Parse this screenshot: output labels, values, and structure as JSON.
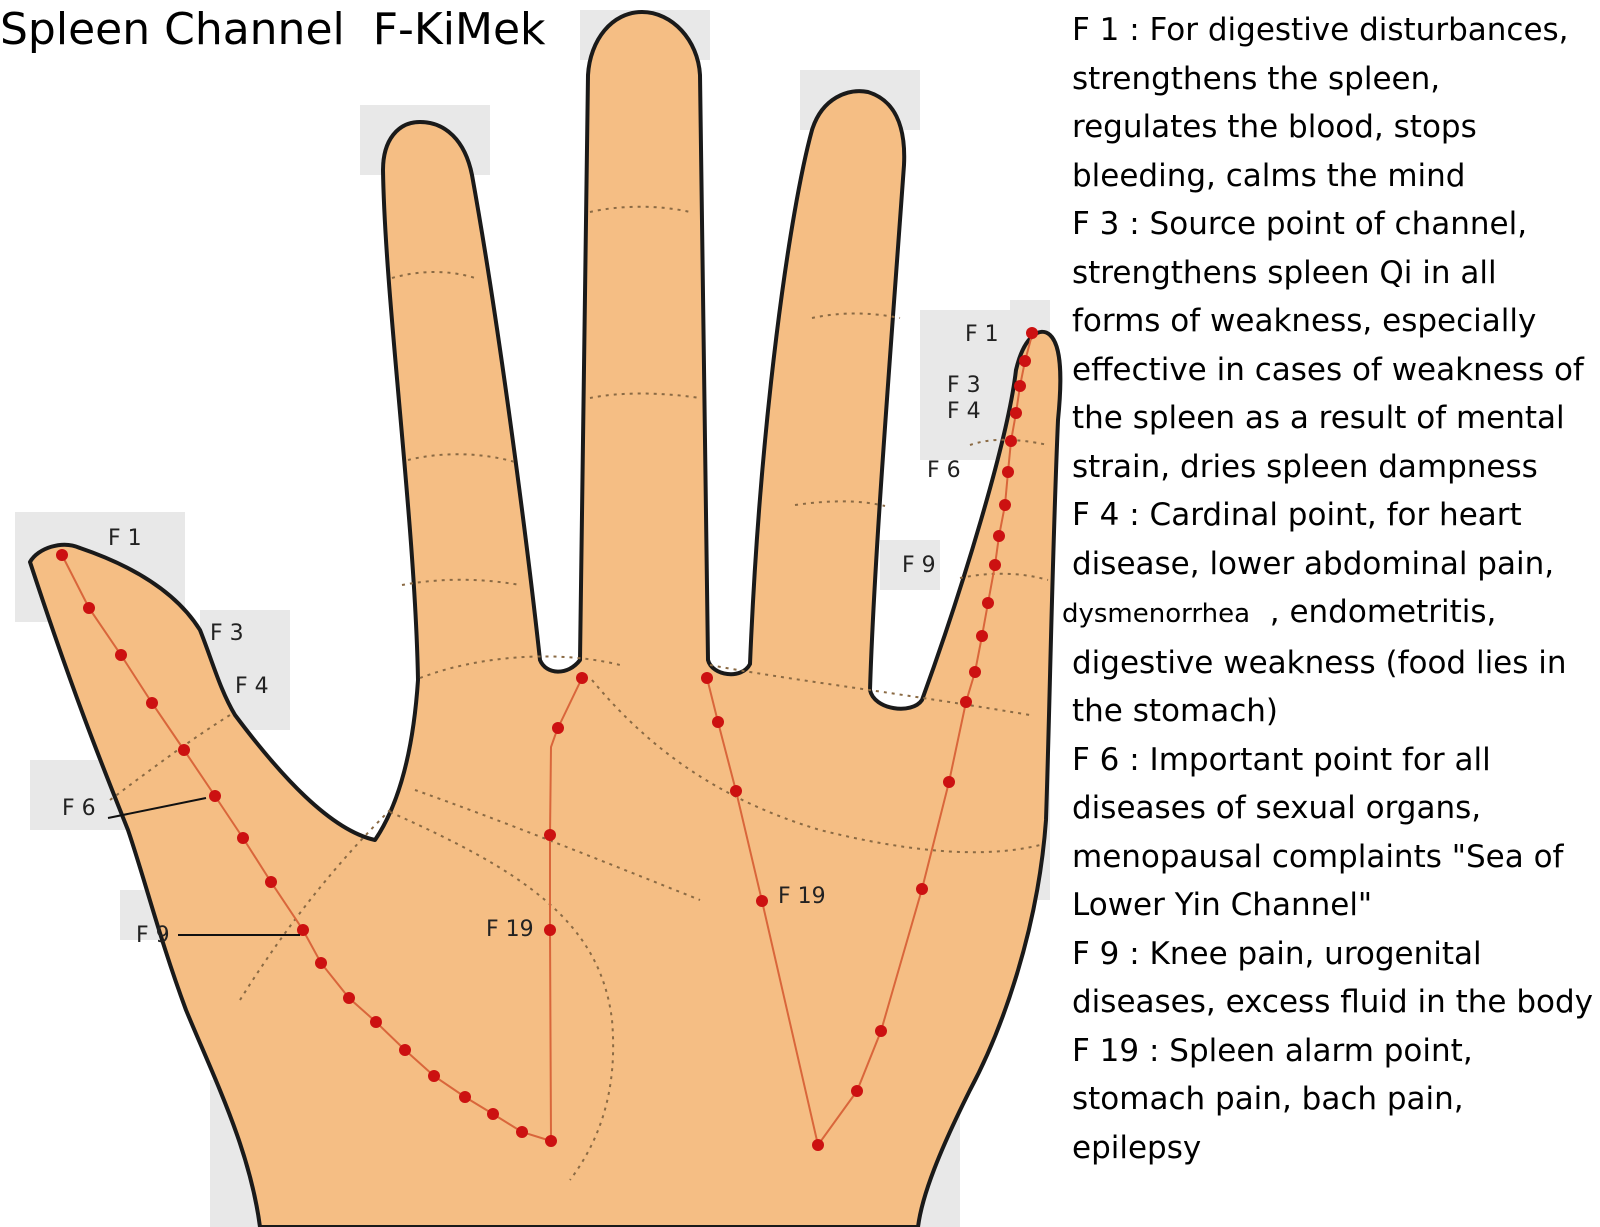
{
  "title": "Spleen Channel  F-KiMek",
  "point_labels": {
    "thumb": [
      "F 1",
      "F 3",
      "F 4",
      "F 6",
      "F 9"
    ],
    "little_finger": [
      "F 1",
      "F 3",
      "F 4",
      "F 6",
      "F 9"
    ],
    "palm": [
      "F 19",
      "F 19"
    ]
  },
  "description_lines": [
    "F 1 : For digestive disturbances,",
    "strengthens the spleen,",
    "regulates the blood, stops",
    "bleeding, calms the mind",
    "F 3 : Source point of channel,",
    "strengthens spleen Qi in all",
    "forms of weakness, especially",
    "effective in cases of weakness of",
    "the spleen as a result of mental",
    "strain, dries spleen dampness",
    "F 4 : Cardinal point, for heart",
    "disease, lower abdominal pain,",
    "dysmenorrhea",
    ", endometritis,",
    "digestive weakness (food lies in",
    "the stomach)",
    "F 6 : Important point for all",
    "diseases of sexual organs,",
    "menopausal complaints \"Sea of",
    "Lower Yin Channel\"",
    "F 9 : Knee pain, urogenital",
    "diseases, excess fluid in the body",
    "F 19 : Spleen alarm point,",
    "stomach pain, bach pain,",
    "epilepsy"
  ],
  "colors": {
    "skin": "#F5BE84",
    "outline": "#1a1a1a",
    "point": "#CC1111",
    "channel_line": "#D9663B",
    "crease": "#8a6a44",
    "backdrop": "#E8E8E8"
  }
}
